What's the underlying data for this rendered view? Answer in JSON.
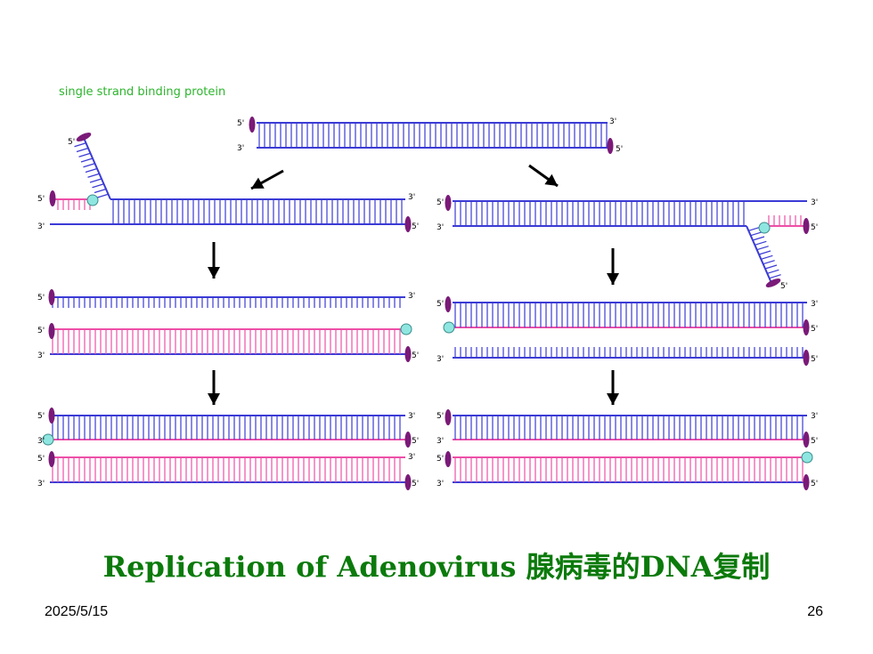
{
  "diagram": {
    "ssb_label": "single strand binding protein",
    "prime5": "5'",
    "prime3": "3'",
    "colors": {
      "template_strand": "#3b3bd6",
      "new_strand": "#ee4fa7",
      "terminal_protein": "#7a1a78",
      "primer_protein": "#8fe6e0",
      "ssb_text": "#2db52d",
      "title": "#0b7a0b"
    }
  },
  "slide": {
    "title": "Replication of Adenovirus 腺病毒的DNA复制",
    "date": "2025/5/15",
    "page_number": "26"
  }
}
